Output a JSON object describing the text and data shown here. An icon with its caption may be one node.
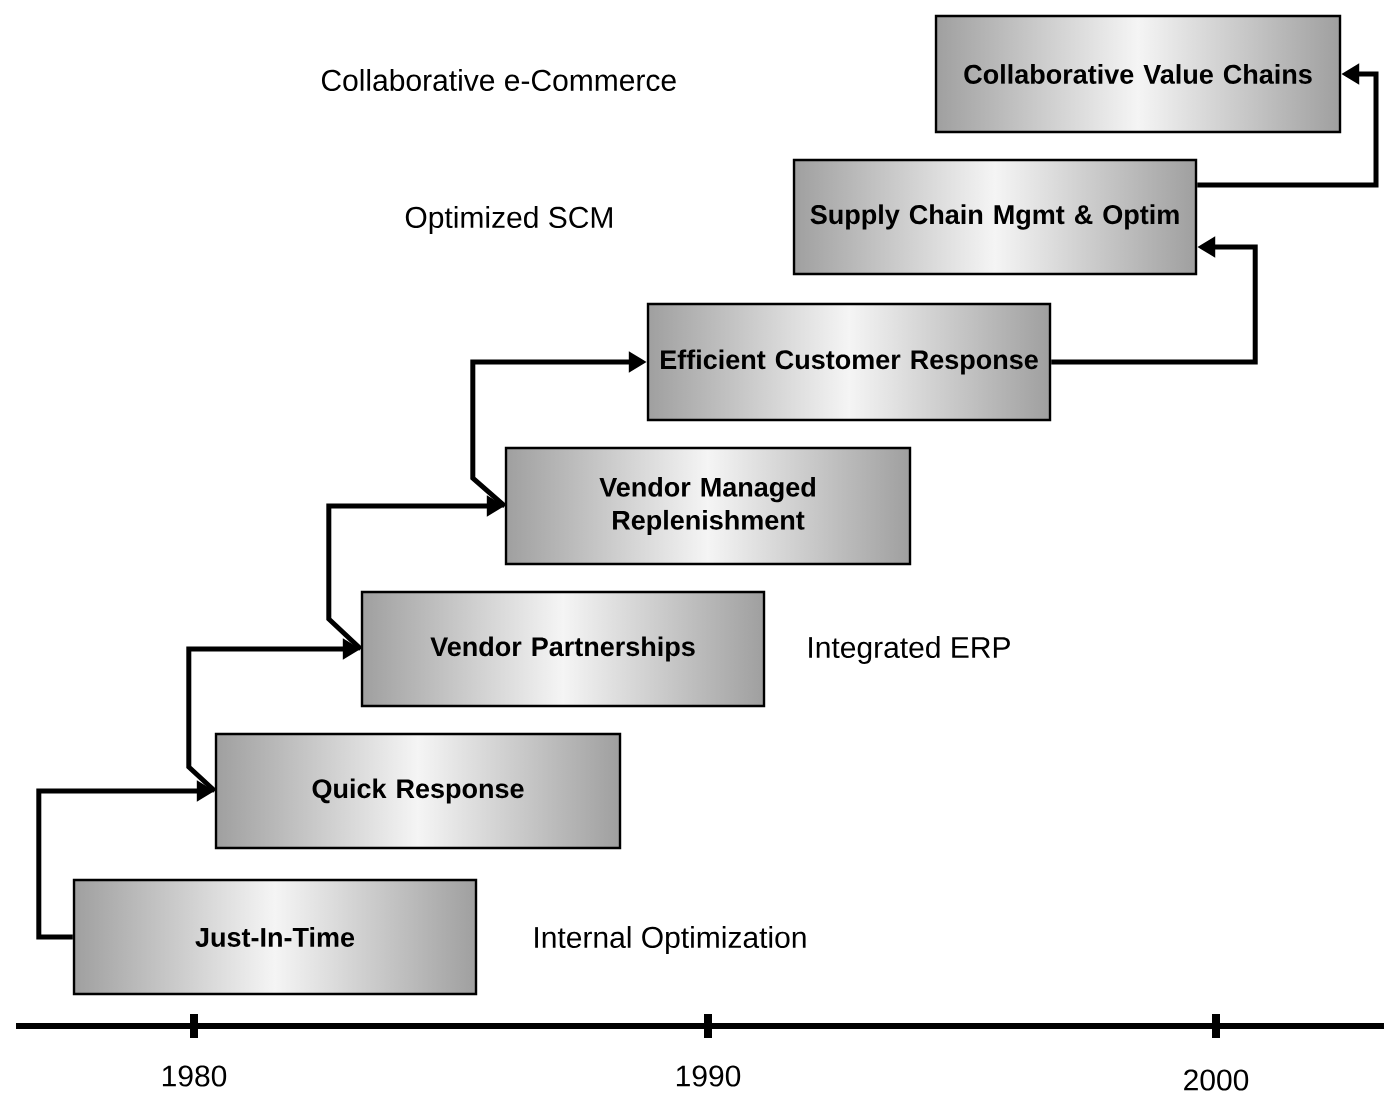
{
  "diagram": {
    "nodes": [
      {
        "text": [
          "Just-In-Time"
        ]
      },
      {
        "text": [
          "Quick Response"
        ]
      },
      {
        "text": [
          "Vendor Partnerships"
        ]
      },
      {
        "text": [
          "Vendor Managed Replenishment"
        ]
      },
      {
        "text": [
          "Efficient Customer Response"
        ]
      },
      {
        "text": [
          "Supply Chain Mgmt & Optim"
        ]
      },
      {
        "text": [
          "Collaborative Value Chains"
        ]
      }
    ],
    "edges": [
      {
        "from": 0,
        "to": 1,
        "arrow": "to"
      },
      {
        "from": 1,
        "to": 2,
        "arrow": "to"
      },
      {
        "from": 2,
        "to": 3,
        "arrow": "to"
      },
      {
        "from": 3,
        "to": 4,
        "arrow": "to"
      },
      {
        "from": 4,
        "to": 5,
        "arrow": "to"
      },
      {
        "from": 5,
        "to": 6,
        "arrow": "to"
      }
    ],
    "labels": [
      "Collaborative e-Commerce",
      "Optimized SCM",
      "Integrated ERP",
      "Internal Optimization",
      "1980",
      "1990",
      "2000"
    ]
  }
}
